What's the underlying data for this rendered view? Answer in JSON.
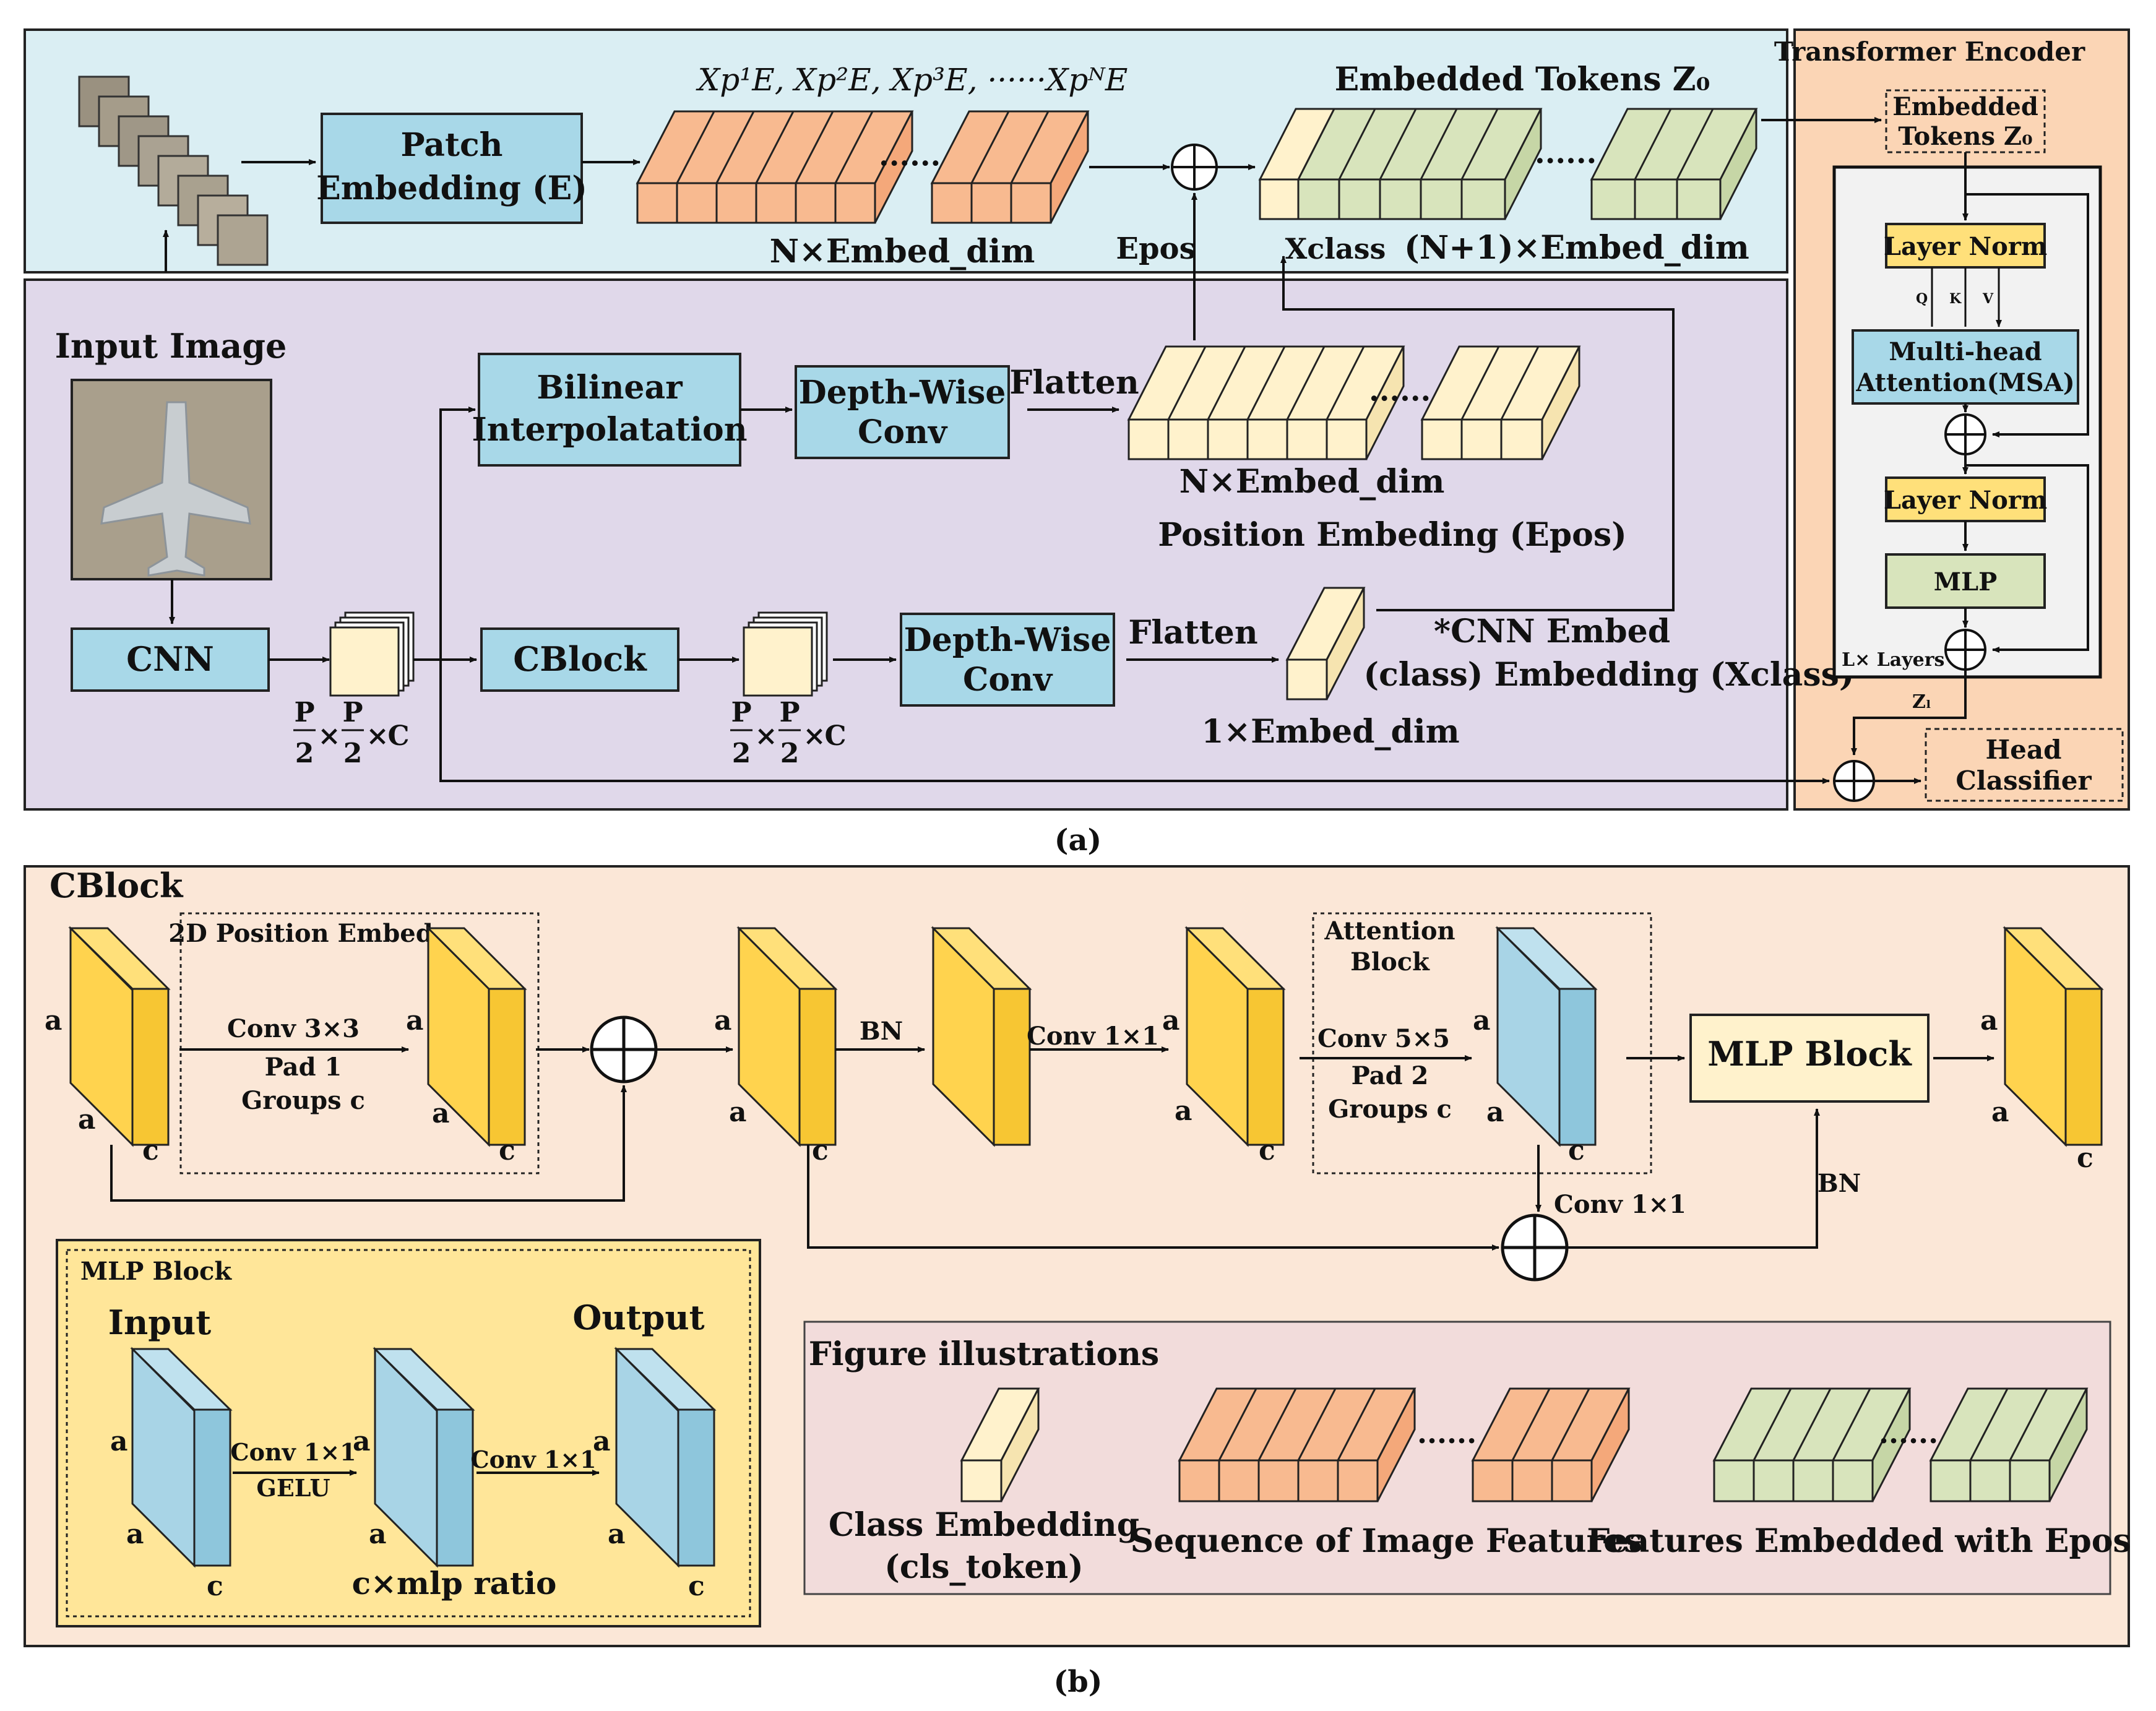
{
  "panel_a": {
    "caption": "(a)",
    "input_image": "Input Image",
    "patch_embedding": [
      "Patch",
      "Embedding (E)"
    ],
    "patch_tokens": "Xp¹E, Xp²E, Xp³E, ······XpᴺE",
    "n_embed_dim_top": "N×Embed_dim",
    "embedded_tokens": "Embedded Tokens Z₀",
    "e_pos": "Epos",
    "x_class": "Xclass",
    "n1_embed_dim": "(N+1)×Embed_dim",
    "cnn": "CNN",
    "p_over": "P",
    "two": "2",
    "times": "×",
    "c_label": "C",
    "bilinear": [
      "Bilinear",
      "Interpolatation"
    ],
    "depthwise_1": [
      "Depth-Wise",
      "Conv"
    ],
    "flatten_1": "Flatten",
    "n_embed_dim_mid": "N×Embed_dim",
    "position_embedding": "Position Embeding (Epos)",
    "cblock": "CBlock",
    "depthwise_2": [
      "Depth-Wise",
      "Conv"
    ],
    "flatten_2": "Flatten",
    "cnn_embed": [
      "*CNN Embed",
      "(class) Embedding (Xclass)"
    ],
    "one_embed_dim": "1×Embed_dim",
    "transformer": {
      "title": "Transformer Encoder",
      "embedded_tokens": [
        "Embedded",
        "Tokens Z₀"
      ],
      "layer_norm_1": "Layer Norm",
      "q": "Q",
      "k": "K",
      "v": "V",
      "msa": [
        "Multi-head",
        "Attention(MSA)"
      ],
      "layer_norm_2": "Layer Norm",
      "mlp": "MLP",
      "layers": "L× Layers",
      "zl": "Zₗ",
      "head": [
        "Head",
        "Classifier"
      ]
    }
  },
  "panel_b": {
    "caption": "(b)",
    "title": "CBlock",
    "pos_embed_title": "2D Position Embed",
    "conv3": [
      "Conv 3×3",
      "Pad 1",
      "Groups c"
    ],
    "a": "a",
    "c": "c",
    "bn_1": "BN",
    "conv1x1_1": "Conv 1×1",
    "attention_title": [
      "Attention",
      "Block"
    ],
    "conv5": [
      "Conv 5×5",
      "Pad 2",
      "Groups c"
    ],
    "conv1x1_2": "Conv 1×1",
    "mlp_block": "MLP Block",
    "bn_2": "BN",
    "mlp_inset": {
      "title": "MLP Block",
      "input": "Input",
      "output": "Output",
      "conv_gelu": [
        "Conv 1×1",
        "GELU"
      ],
      "conv1x1": "Conv 1×1",
      "ratio": "c×mlp ratio"
    },
    "legend": {
      "title": "Figure illustrations",
      "class_embedding": [
        "Class Embedding",
        "(cls_token)"
      ],
      "sequence": "Sequence of Image Features",
      "features_embedded": "Features Embedded with Epos"
    }
  },
  "colors": {
    "panel_a_top": "#DAEEF3",
    "panel_a_bottom": "#E0D8EA",
    "transformer_bg": "#FBD5B5",
    "panel_b_bg": "#FBE7D7",
    "blue_box": "#A8D8E8",
    "orange": "#F8BA90",
    "cream": "#FFF2CC",
    "green": "#D8E4BC",
    "yellow": "#FFD34E",
    "yellow_label": "#FFE07A",
    "cube_blue": "#A8D4E6",
    "mlp_inset_bg": "#FFE699",
    "legend_bg": "#F2DCDB"
  }
}
